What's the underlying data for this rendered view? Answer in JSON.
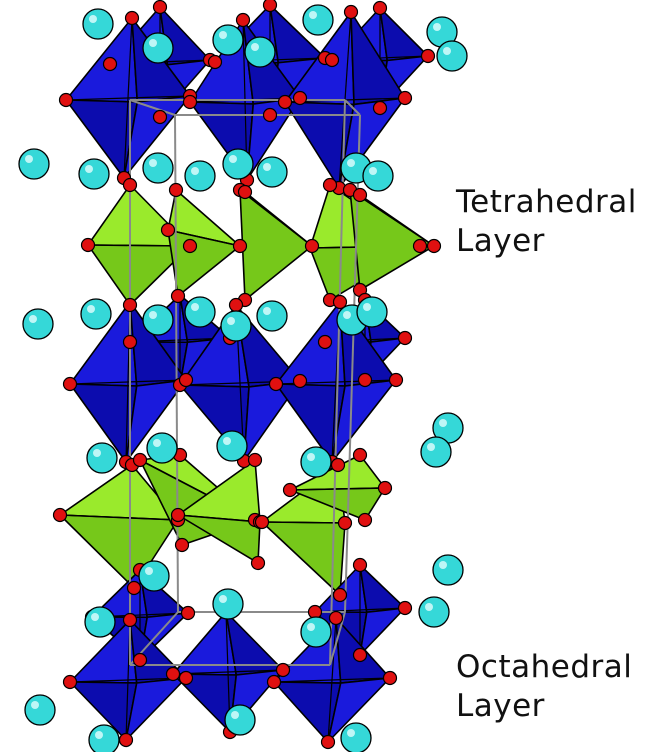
{
  "labels": {
    "tetrahedral": {
      "line1": "Tetrahedral",
      "line2": "Layer"
    },
    "octahedral": {
      "line1": "Octahedral",
      "line2": "Layer"
    }
  },
  "colors": {
    "octahedron": "#1a1adc",
    "octahedron_shade": "#0c0cae",
    "tetrahedron": "#9aea2c",
    "tetrahedron_shade": "#76c81a",
    "oxygen": "#e01010",
    "cation": "#35d8d8",
    "unit_cell": "#8a8a8a",
    "edge": "#000000"
  },
  "layers": [
    {
      "type": "octahedral"
    },
    {
      "type": "tetrahedral"
    },
    {
      "type": "octahedral"
    },
    {
      "type": "tetrahedral"
    },
    {
      "type": "octahedral"
    }
  ]
}
